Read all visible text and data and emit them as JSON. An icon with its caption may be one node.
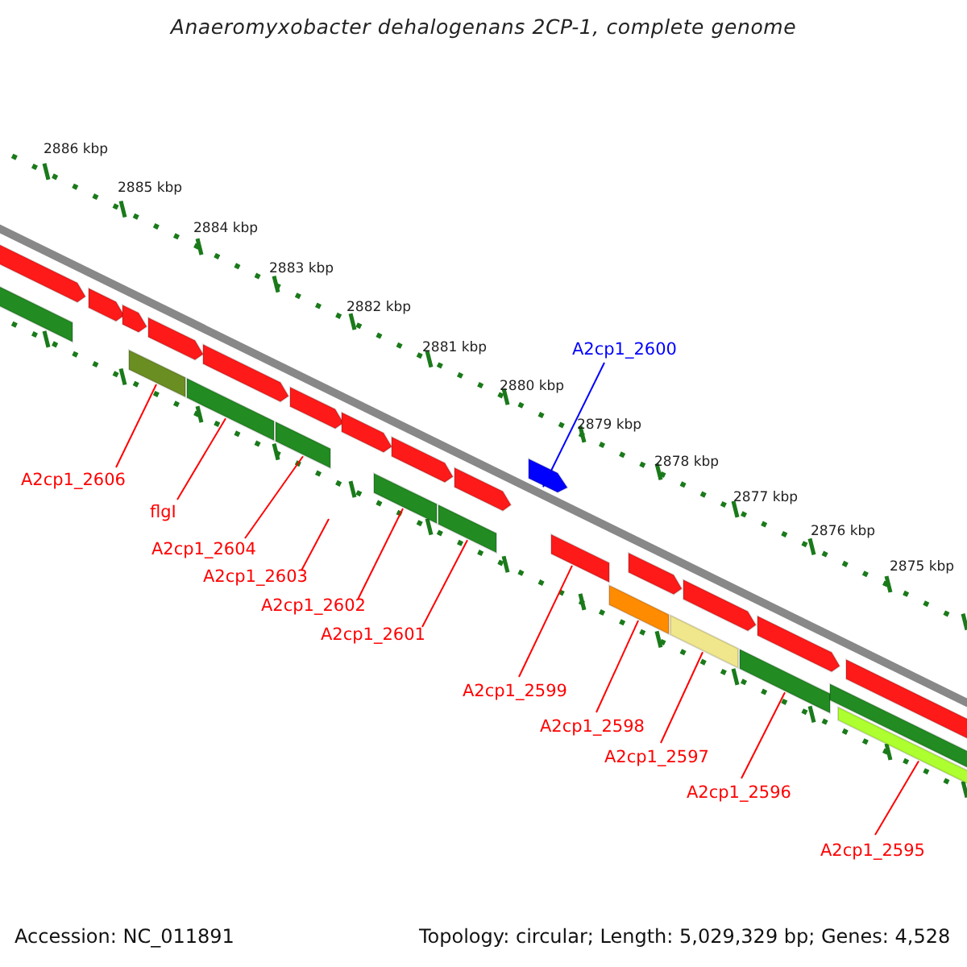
{
  "diagram": {
    "title": "Anaeromyxobacter dehalogenans 2CP-1, complete genome",
    "nodes": [
      {
        "text": [
          "A2cp1_2600"
        ]
      },
      {
        "text": [
          "A2cp1_2606"
        ]
      },
      {
        "text": [
          "flgI"
        ]
      },
      {
        "text": [
          "A2cp1_2604"
        ]
      },
      {
        "text": [
          "A2cp1_2603"
        ]
      },
      {
        "text": [
          "A2cp1_2602"
        ]
      },
      {
        "text": [
          "A2cp1_2601"
        ]
      },
      {
        "text": [
          "A2cp1_2599"
        ]
      },
      {
        "text": [
          "A2cp1_2598"
        ]
      },
      {
        "text": [
          "A2cp1_2597"
        ]
      },
      {
        "text": [
          "A2cp1_2596"
        ]
      },
      {
        "text": [
          "A2cp1_2595"
        ]
      },
      {
        "text": [],
        "shape": "arrow"
      },
      {
        "text": [],
        "shape": "bar"
      },
      {
        "text": [],
        "shape": "bar"
      },
      {
        "text": [],
        "shape": "bar"
      },
      {
        "text": [],
        "shape": "bar"
      },
      {
        "text": [],
        "shape": "bar"
      },
      {
        "text": [],
        "shape": "bar"
      },
      {
        "text": [],
        "shape": "bar"
      },
      {
        "text": [],
        "shape": "bar"
      },
      {
        "text": [],
        "shape": "bar"
      },
      {
        "text": [],
        "shape": "bar"
      },
      {
        "text": [],
        "shape": "arrow"
      },
      {
        "text": [],
        "shape": "arrow"
      },
      {
        "text": [],
        "shape": "arrow"
      },
      {
        "text": [],
        "shape": "arrow"
      },
      {
        "text": [],
        "shape": "arrow"
      },
      {
        "text": [],
        "shape": "arrow"
      },
      {
        "text": [],
        "shape": "arrow"
      },
      {
        "text": [],
        "shape": "arrow"
      },
      {
        "text": [],
        "shape": "arrow"
      },
      {
        "text": [],
        "shape": "arrow"
      },
      {
        "text": [],
        "shape": "arrow"
      },
      {
        "text": [],
        "shape": "arrow"
      },
      {
        "text": [],
        "shape": "arrow"
      },
      {
        "text": [],
        "shape": "bar"
      },
      {
        "text": [],
        "shape": "bar"
      }
    ],
    "edges": [
      {
        "from": 0,
        "to": 12,
        "arrow": "none",
        "color": "#0000ff"
      },
      {
        "from": 1,
        "to": 13,
        "arrow": "none"
      },
      {
        "from": 2,
        "to": 14,
        "arrow": "none"
      },
      {
        "from": 3,
        "to": 15,
        "arrow": "none"
      },
      {
        "from": 4,
        "to": null,
        "arrow": "none"
      },
      {
        "from": 5,
        "to": 16,
        "arrow": "none"
      },
      {
        "from": 6,
        "to": 17,
        "arrow": "none"
      },
      {
        "from": 7,
        "to": 18,
        "arrow": "none"
      },
      {
        "from": 8,
        "to": 19,
        "arrow": "none"
      },
      {
        "from": 9,
        "to": 20,
        "arrow": "none"
      },
      {
        "from": 10,
        "to": 21,
        "arrow": "none"
      },
      {
        "from": 11,
        "to": 22,
        "arrow": "none"
      }
    ],
    "labels": [
      "2886 kbp",
      "2885 kbp",
      "2884 kbp",
      "2883 kbp",
      "2882 kbp",
      "2881 kbp",
      "2880 kbp",
      "2879 kbp",
      "2878 kbp",
      "2877 kbp",
      "2876 kbp",
      "2875 kbp",
      "Accession: NC_011891",
      "Topology: circular; Length: 5,029,329 bp; Genes: 4,528"
    ]
  }
}
